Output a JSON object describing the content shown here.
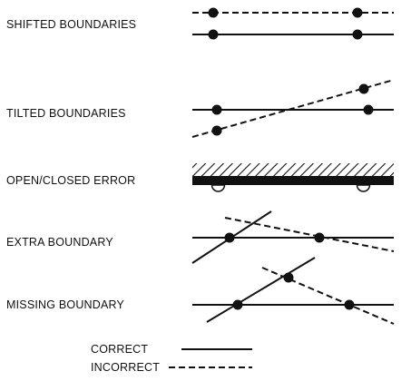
{
  "rows": [
    {
      "id": "shifted",
      "label": "SHIFTED BOUNDARIES"
    },
    {
      "id": "tilted",
      "label": "TILTED BOUNDARIES"
    },
    {
      "id": "open-closed",
      "label": "OPEN/CLOSED ERROR"
    },
    {
      "id": "extra",
      "label": "EXTRA BOUNDARY"
    },
    {
      "id": "missing",
      "label": "MISSING BOUNDARY"
    }
  ],
  "legend": {
    "correct_label": "CORRECT",
    "incorrect_label": "INCORRECT"
  },
  "colors": {
    "ink": "#111111",
    "background": "#ffffff"
  }
}
